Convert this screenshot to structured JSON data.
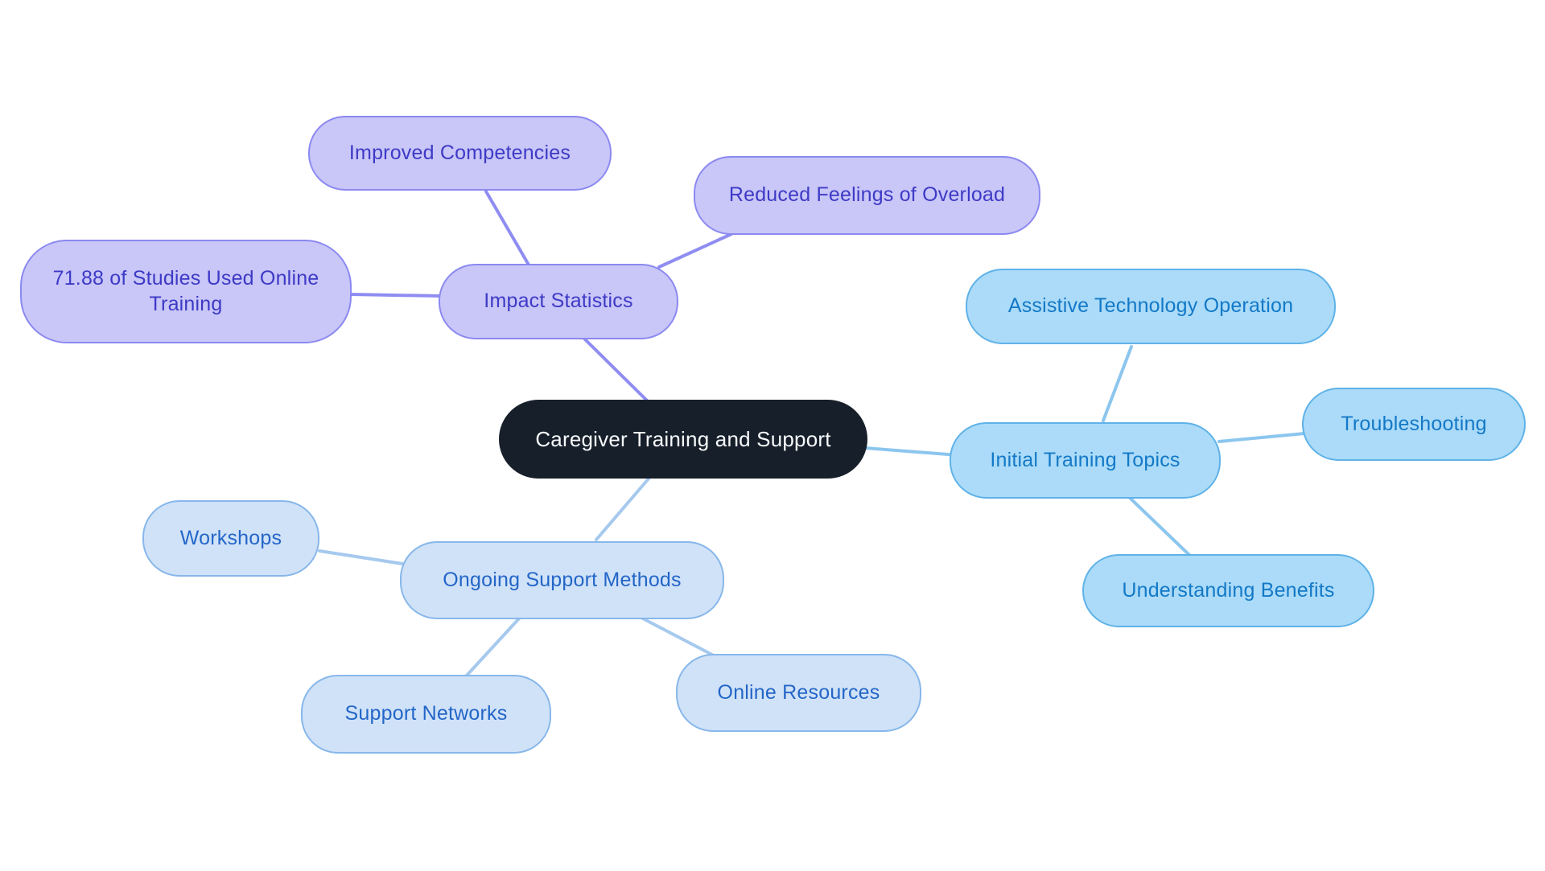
{
  "mindmap": {
    "background_color": "#ffffff",
    "root": {
      "label": "Caregiver Training and Support",
      "fill": "#161f2a",
      "text_color": "#f8fafc"
    },
    "branches": [
      {
        "label": "Impact Statistics",
        "fill": "#c9c6f8",
        "border_color": "#8b89f0",
        "text_color": "#3d3ac6",
        "line_color": "#8f8df2",
        "children": [
          {
            "label": "Improved Competencies"
          },
          {
            "label": "Reduced Feelings of Overload"
          },
          {
            "label": "71.88 of Studies Used Online Training"
          }
        ]
      },
      {
        "label": "Initial Training Topics",
        "fill": "#abdbf8",
        "border_color": "#5fb2e8",
        "text_color": "#1379c7",
        "line_color": "#8cc6ee",
        "children": [
          {
            "label": "Assistive Technology Operation"
          },
          {
            "label": "Troubleshooting"
          },
          {
            "label": "Understanding Benefits"
          }
        ]
      },
      {
        "label": "Ongoing Support Methods",
        "fill": "#d0e2f8",
        "border_color": "#87b7ea",
        "text_color": "#2366c7",
        "line_color": "#a6c9ee",
        "children": [
          {
            "label": "Workshops"
          },
          {
            "label": "Support Networks"
          },
          {
            "label": "Online Resources"
          }
        ]
      }
    ]
  }
}
